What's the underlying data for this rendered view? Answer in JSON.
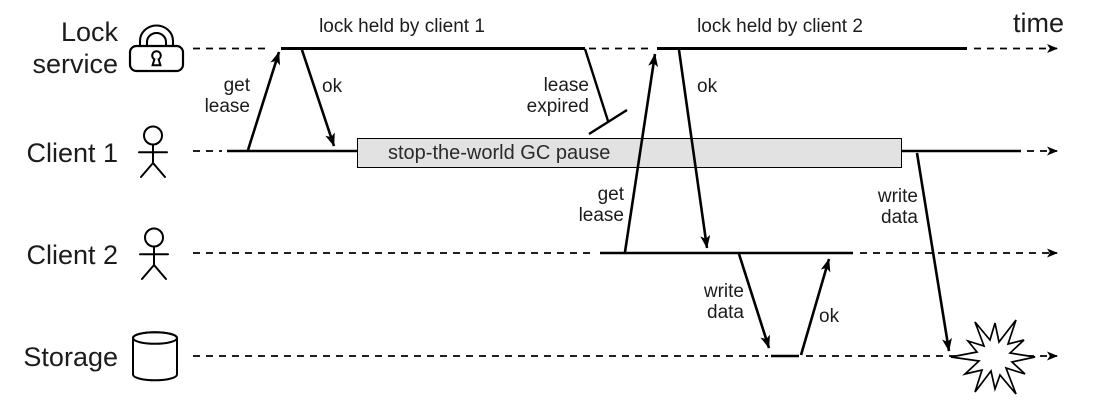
{
  "time_label": "time",
  "lanes": [
    {
      "id": "lock_service",
      "label": "Lock\nservice",
      "icon": "padlock-icon"
    },
    {
      "id": "client1",
      "label": "Client 1",
      "icon": "person-icon"
    },
    {
      "id": "client2",
      "label": "Client 2",
      "icon": "person-icon"
    },
    {
      "id": "storage",
      "label": "Storage",
      "icon": "database-icon"
    }
  ],
  "annotations": {
    "lock_held_1": "lock held by client 1",
    "lock_held_2": "lock held by client 2",
    "get_lease_1": "get\nlease",
    "ok_1": "ok",
    "lease_expired": "lease\nexpired",
    "get_lease_2": "get\nlease",
    "ok_2": "ok",
    "write_data_2": "write\ndata",
    "ok_3": "ok",
    "write_data_1": "write\ndata"
  },
  "gc_pause_label": "stop-the-world GC pause",
  "icons": {
    "crash": "explosion-burst-icon"
  },
  "colors": {
    "line": "#000000",
    "text": "#1c1c1c",
    "gc_box_fill": "#e2e2e2",
    "gc_box_border": "#000000",
    "background": "#ffffff"
  }
}
